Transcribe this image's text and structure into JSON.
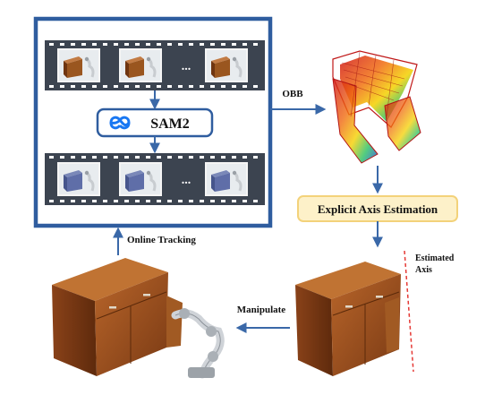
{
  "labels": {
    "sam2": "SAM2",
    "ellipsis": "...",
    "obb": "OBB",
    "explicit_axis": "Explicit Axis Estimation",
    "estimated_axis_line1": "Estimated",
    "estimated_axis_line2": "Axis",
    "manipulate": "Manipulate",
    "online_tracking": "Online Tracking"
  },
  "colors": {
    "frame_blue": "#2f5d9f",
    "arrow_blue": "#3a68a8",
    "film_dark": "#3c4450",
    "axis_box_fill": "#fdf1c9",
    "axis_box_border": "#f3d27a",
    "axis_line": "#e53935",
    "cabinet_wood": "#9a4e1e"
  },
  "icons": {
    "sam2_logo": "meta-infinity-icon"
  }
}
